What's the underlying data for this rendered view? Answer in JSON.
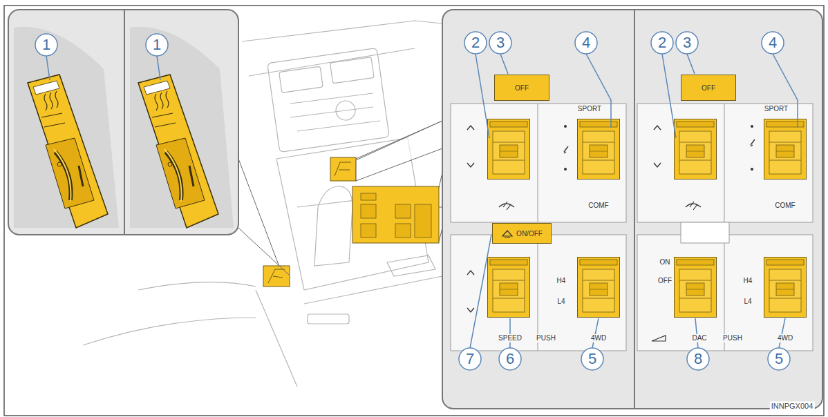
{
  "diagram": {
    "nodes": [
      {
        "text": [
          "OFF"
        ]
      },
      {
        "text": [
          "ON/OFF"
        ]
      },
      {
        "text": [
          "OFF"
        ]
      }
    ],
    "labels": [
      "1",
      "1",
      "2",
      "3",
      "4",
      "SPORT",
      "COMF",
      "7",
      "6",
      "5",
      "SPEED",
      "H4",
      "L4",
      "PUSH",
      "4WD",
      "2",
      "3",
      "4",
      "SPORT",
      "COMF",
      "ON",
      "OFF",
      "DAC",
      "8",
      "5",
      "H4",
      "L4",
      "PUSH",
      "4WD",
      "INNPGX004"
    ]
  }
}
